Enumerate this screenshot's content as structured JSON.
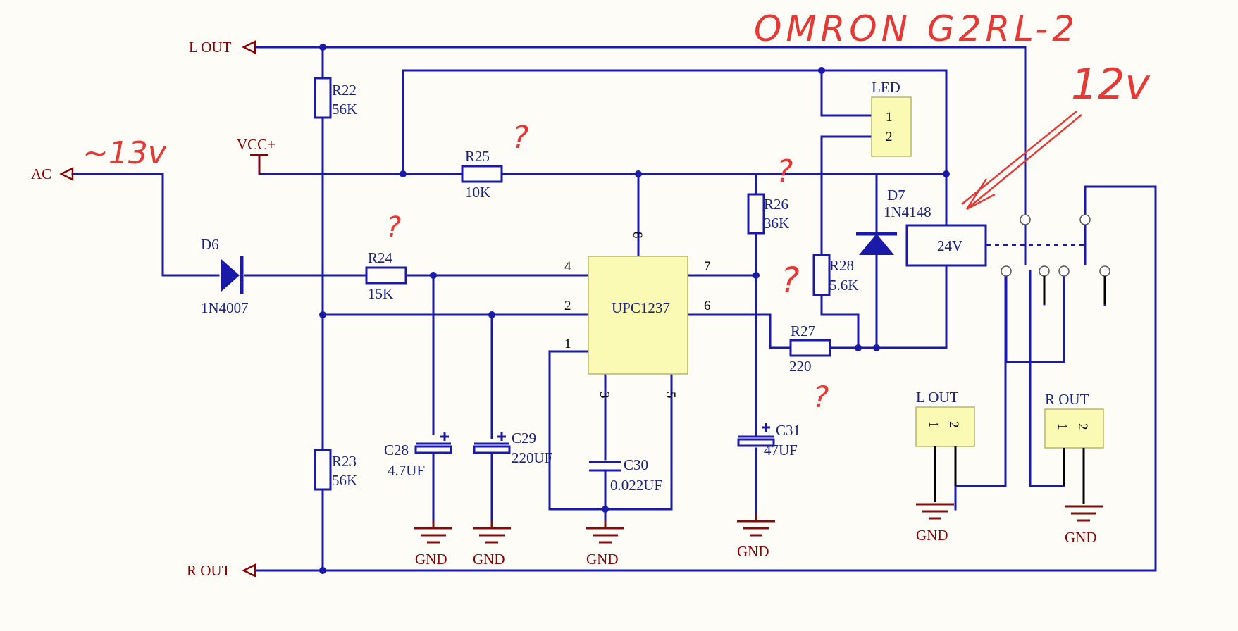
{
  "ports": {
    "l_out_top": "L OUT",
    "r_out_bottom": "R OUT",
    "ac": "AC",
    "vcc": "VCC+"
  },
  "components": {
    "d6": {
      "ref": "D6",
      "value": "1N4007"
    },
    "r22": {
      "ref": "R22",
      "value": "56K"
    },
    "r23": {
      "ref": "R23",
      "value": "56K"
    },
    "r24": {
      "ref": "R24",
      "value": "15K"
    },
    "r25": {
      "ref": "R25",
      "value": "10K"
    },
    "r26": {
      "ref": "R26",
      "value": "36K"
    },
    "r27": {
      "ref": "R27",
      "value": "220"
    },
    "r28": {
      "ref": "R28",
      "value": "5.6K"
    },
    "c28": {
      "ref": "C28",
      "value": "4.7UF"
    },
    "c29": {
      "ref": "C29",
      "value": "220UF"
    },
    "c30": {
      "ref": "C30",
      "value": "0.022UF"
    },
    "c31": {
      "ref": "C31",
      "value": "47UF"
    },
    "d7": {
      "ref": "D7",
      "value": "1N4148"
    },
    "ic": {
      "name": "UPC1237",
      "pins": {
        "p1": "1",
        "p2": "2",
        "p3": "3",
        "p4": "4",
        "p5": "5",
        "p6": "6",
        "p7": "7",
        "p8": "8"
      }
    },
    "led": {
      "ref": "LED",
      "pin1": "1",
      "pin2": "2"
    },
    "relay": {
      "coil": "24V"
    },
    "conn_l": {
      "ref": "L OUT",
      "pin1": "1",
      "pin2": "2"
    },
    "conn_r": {
      "ref": "R OUT",
      "pin1": "1",
      "pin2": "2"
    }
  },
  "gnd_label": "GND",
  "annotations": {
    "relay_model": "OMRON G2RL-2",
    "ac_voltage": "~13v",
    "relay_voltage": "12v",
    "question": "?"
  },
  "colors": {
    "wire": "#1a1aa8",
    "component_fill": "#fafab4",
    "ground": "#7b1010",
    "annotation": "#e53935"
  }
}
